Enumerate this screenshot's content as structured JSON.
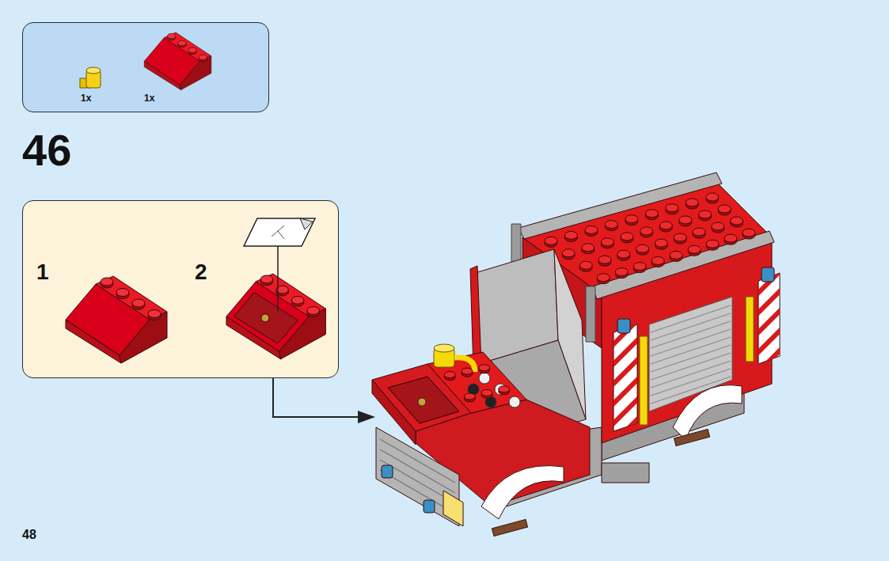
{
  "diagram": {
    "nodes": [
      {
        "text": [
          "1x",
          "1x"
        ]
      },
      {
        "text": [
          "1",
          "2"
        ]
      }
    ],
    "labels": [
      "46",
      "48"
    ]
  }
}
